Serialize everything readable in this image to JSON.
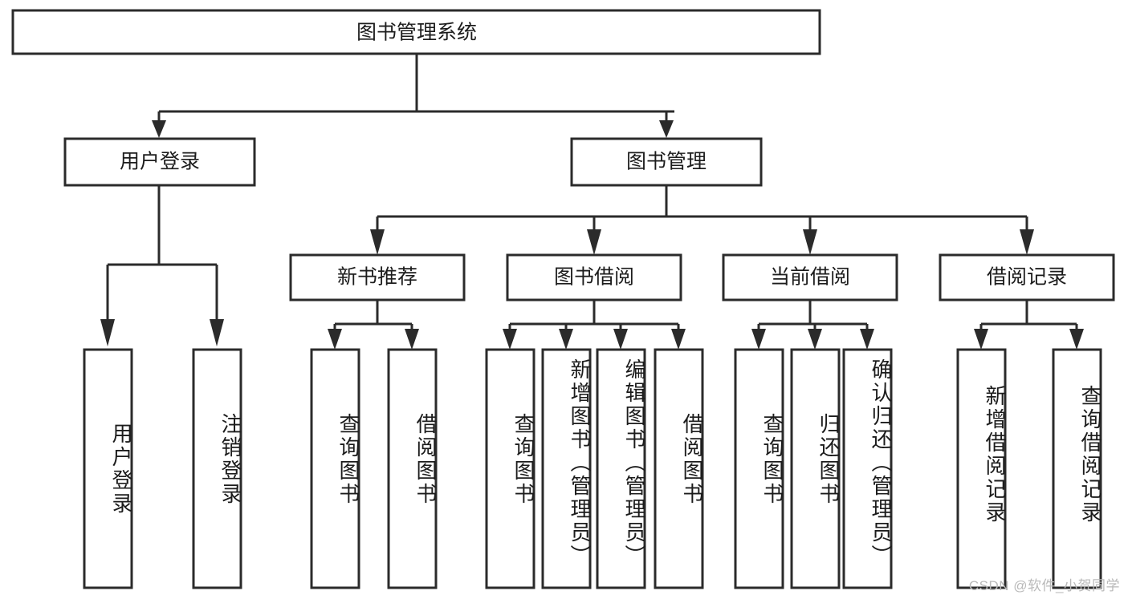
{
  "diagram": {
    "type": "tree",
    "title": "图书管理系统",
    "background_color": "#ffffff",
    "border_color": "#2b2b2b",
    "text_color": "#1c1c1c",
    "root": {
      "id": "root",
      "label": "图书管理系统"
    },
    "level2": [
      {
        "id": "user-login",
        "label": "用户登录"
      },
      {
        "id": "book-management",
        "label": "图书管理"
      }
    ],
    "level3": [
      {
        "id": "new-book-recommend",
        "label": "新书推荐",
        "parent": "book-management"
      },
      {
        "id": "book-borrow",
        "label": "图书借阅",
        "parent": "book-management"
      },
      {
        "id": "current-borrow",
        "label": "当前借阅",
        "parent": "book-management"
      },
      {
        "id": "borrow-record",
        "label": "借阅记录",
        "parent": "book-management"
      }
    ],
    "leaves": [
      {
        "id": "leaf-user-login",
        "label": "用户登录",
        "parent": "user-login"
      },
      {
        "id": "leaf-user-logout",
        "label": "注销登录",
        "parent": "user-login"
      },
      {
        "id": "leaf-query-book-1",
        "label": "查询图书",
        "parent": "new-book-recommend"
      },
      {
        "id": "leaf-borrow-book-1",
        "label": "借阅图书",
        "parent": "new-book-recommend"
      },
      {
        "id": "leaf-query-book-2",
        "label": "查询图书",
        "parent": "book-borrow"
      },
      {
        "id": "leaf-add-book",
        "label": "新增图书（管理员）",
        "parent": "book-borrow"
      },
      {
        "id": "leaf-edit-book",
        "label": "编辑图书（管理员）",
        "parent": "book-borrow"
      },
      {
        "id": "leaf-borrow-book-2",
        "label": "借阅图书",
        "parent": "book-borrow"
      },
      {
        "id": "leaf-query-book-3",
        "label": "查询图书",
        "parent": "current-borrow"
      },
      {
        "id": "leaf-return-book",
        "label": "归还图书",
        "parent": "current-borrow"
      },
      {
        "id": "leaf-confirm-return",
        "label": "确认归还（管理员）",
        "parent": "current-borrow"
      },
      {
        "id": "leaf-add-record",
        "label": "新增借阅记录",
        "parent": "borrow-record"
      },
      {
        "id": "leaf-query-record",
        "label": "查询借阅记录",
        "parent": "borrow-record"
      }
    ]
  },
  "watermark": {
    "text": "CSDN @软件_小贺同学"
  }
}
